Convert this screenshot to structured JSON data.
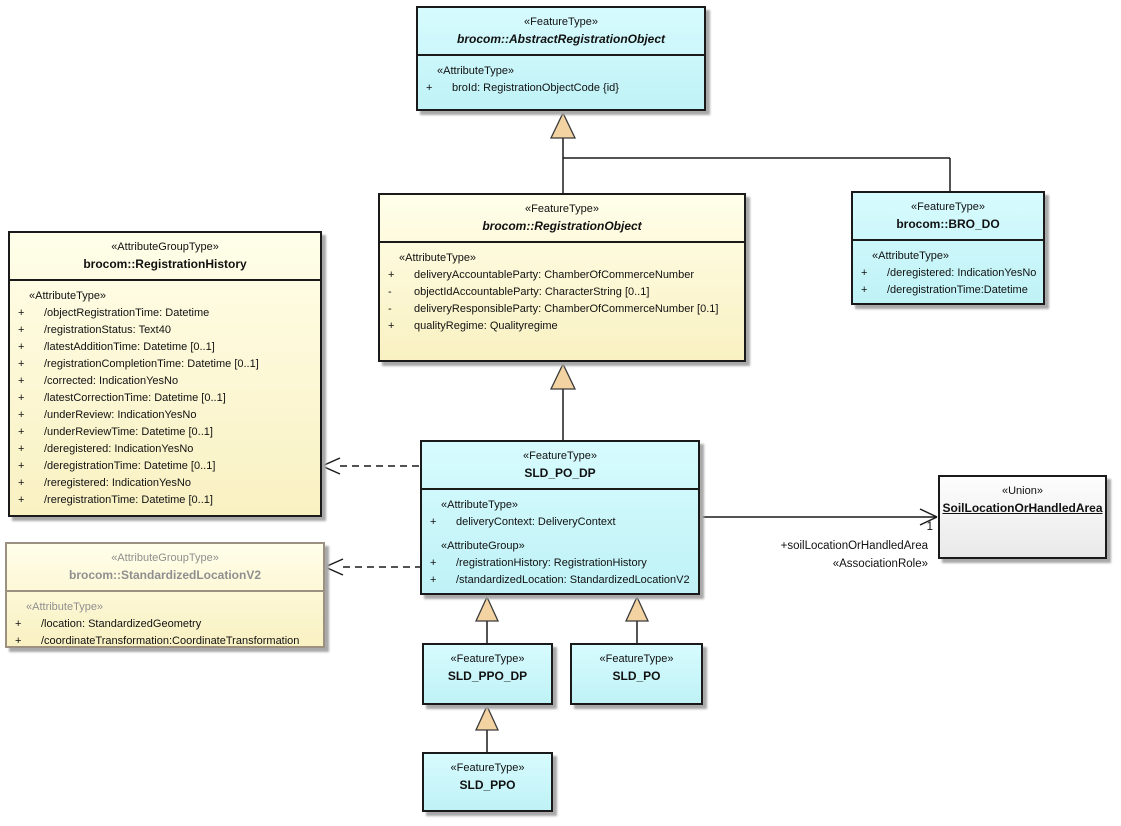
{
  "colors": {
    "cyan_top": "#D7FBFE",
    "cyan_bottom": "#BFF2F6",
    "yellow_top": "#FFFEE9",
    "yellow_bottom": "#F9F1C2",
    "union_top": "#FDFDFD",
    "union_bottom": "#E9E9E9",
    "triangle_fill": "#F2D3A1",
    "border": "#1A1A1A",
    "line": "#1A1A1A",
    "shadow": "#A9A9A9",
    "muted_text": "#8F8F8F",
    "muted_border": "#9C9181"
  },
  "diagram": {
    "classes": [
      {
        "stereotype": "«FeatureType»",
        "name": "brocom::AbstractRegistrationObject",
        "sections": [
          {
            "heading": "«AttributeType»",
            "rows": [
              {
                "vis": "+",
                "text": "broId: RegistrationObjectCode {id}"
              }
            ]
          }
        ]
      },
      {
        "stereotype": "«FeatureType»",
        "name": "brocom::RegistrationObject",
        "sections": [
          {
            "heading": "«AttributeType»",
            "rows": [
              {
                "vis": "+",
                "text": "deliveryAccountableParty: ChamberOfCommerceNumber"
              },
              {
                "vis": "-",
                "text": "objectIdAccountableParty: CharacterString [0..1]"
              },
              {
                "vis": "-",
                "text": "deliveryResponsibleParty: ChamberOfCommerceNumber [0.1]"
              },
              {
                "vis": "+",
                "text": "qualityRegime: Qualityregime"
              }
            ]
          }
        ]
      },
      {
        "stereotype": "«FeatureType»",
        "name": "brocom::BRO_DO",
        "sections": [
          {
            "heading": "«AttributeType»",
            "rows": [
              {
                "vis": "+",
                "text": "/deregistered: IndicationYesNo"
              },
              {
                "vis": "+",
                "text": "/deregistrationTime:Datetime"
              }
            ]
          }
        ]
      },
      {
        "stereotype": "«AttributeGroupType»",
        "name": "brocom::RegistrationHistory",
        "sections": [
          {
            "heading": "«AttributeType»",
            "rows": [
              {
                "vis": "+",
                "text": "/objectRegistrationTime: Datetime"
              },
              {
                "vis": "+",
                "text": "/registrationStatus: Text40"
              },
              {
                "vis": "+",
                "text": "/latestAdditionTime: Datetime [0..1]"
              },
              {
                "vis": "+",
                "text": "/registrationCompletionTime: Datetime [0..1]"
              },
              {
                "vis": "+",
                "text": "/corrected: IndicationYesNo"
              },
              {
                "vis": "+",
                "text": "/latestCorrectionTime: Datetime [0..1]"
              },
              {
                "vis": "+",
                "text": "/underReview: IndicationYesNo"
              },
              {
                "vis": "+",
                "text": "/underReviewTime: Datetime [0..1]"
              },
              {
                "vis": "+",
                "text": "/deregistered: IndicationYesNo"
              },
              {
                "vis": "+",
                "text": "/deregistrationTime: Datetime [0..1]"
              },
              {
                "vis": "+",
                "text": "/reregistered: IndicationYesNo"
              },
              {
                "vis": "+",
                "text": "/reregistrationTime: Datetime [0..1]"
              }
            ]
          }
        ]
      },
      {
        "stereotype": "«AttributeGroupType»",
        "name": "brocom::StandardizedLocationV2",
        "sections": [
          {
            "heading": "«AttributeType»",
            "rows": [
              {
                "vis": "+",
                "text": "/location: StandardizedGeometry"
              },
              {
                "vis": "+",
                "text": "/coordinateTransformation:CoordinateTransformation"
              }
            ]
          }
        ]
      },
      {
        "stereotype": "«FeatureType»",
        "name": "SLD_PO_DP",
        "sections": [
          {
            "heading": "«AttributeType»",
            "rows": [
              {
                "vis": "+",
                "text": "deliveryContext: DeliveryContext"
              }
            ]
          },
          {
            "heading": "«AttributeGroup»",
            "rows": [
              {
                "vis": "+",
                "text": "/registrationHistory: RegistrationHistory"
              },
              {
                "vis": "+",
                "text": "/standardizedLocation: StandardizedLocationV2"
              }
            ]
          }
        ]
      },
      {
        "stereotype": "«Union»",
        "name": "SoilLocationOrHandledArea"
      },
      {
        "stereotype": "«FeatureType»",
        "name": "SLD_PPO_DP"
      },
      {
        "stereotype": "«FeatureType»",
        "name": "SLD_PO"
      },
      {
        "stereotype": "«FeatureType»",
        "name": "SLD_PPO"
      }
    ],
    "association": {
      "multiplicity": "1",
      "role_name": "+soilLocationOrHandledArea",
      "role_stereotype": "«AssociationRole»"
    }
  }
}
